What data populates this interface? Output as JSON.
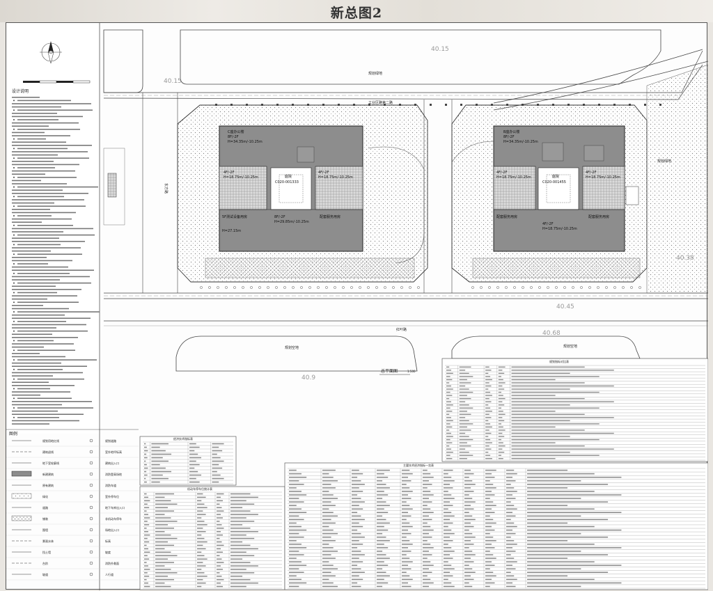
{
  "page": {
    "title": "新总图2"
  },
  "plan": {
    "road_top": "工业区路第二路",
    "road_left": "东方路",
    "road_bottom": "红叶路",
    "plan_label": "总平面图",
    "plan_scale": "1:500",
    "elevations": [
      "40.15",
      "40.15",
      "40.38",
      "40.45",
      "40.68",
      "40.9"
    ],
    "green_labels": [
      "规划绿地",
      "规划绿地"
    ],
    "open_labels": [
      "规划空地",
      "规划空地"
    ],
    "buildings": [
      {
        "main": {
          "name": "C座办公楼",
          "floors": "8F/-2F",
          "height": "H=34.35m/-10.25m"
        },
        "wing_left": {
          "floors": "4F/-2F",
          "height": "H=18.75m/-10.25m"
        },
        "wing_right": {
          "floors": "4F/-2F",
          "height": "H=18.75m/-10.25m"
        },
        "bottom_left": {
          "name": "5F测试设备用房",
          "height": "H=27.15m"
        },
        "bottom_mid": {
          "floors": "8F/-2F",
          "height": "H=29.85m/-10.25m"
        },
        "bottom_right": {
          "name": "配套服务用房"
        },
        "court_code": "C020-001333",
        "court_label": "庭院"
      },
      {
        "main": {
          "name": "B座办公楼",
          "floors": "8F/-2F",
          "height": "H=34.35m/-10.25m"
        },
        "wing_left": {
          "floors": "4F/-2F",
          "height": "H=18.75m/-10.25m"
        },
        "wing_right": {
          "floors": "4F/-2F",
          "height": "H=18.75m/-10.25m"
        },
        "bottom_left": {
          "name": "配套服务用房"
        },
        "bottom_mid": {
          "floors": "4F/-2F",
          "height": "H=18.75m/-10.25m"
        },
        "bottom_right": {
          "name": "配套服务用房"
        },
        "court_code": "C020-001455",
        "court_label": "庭院"
      }
    ]
  },
  "notes": {
    "heading": "设计说明"
  },
  "legend": {
    "heading": "图例",
    "items": [
      {
        "label": "规划用地红线",
        "label2": "规划道路"
      },
      {
        "label": "建筑退线",
        "label2": "室外地坪标高"
      },
      {
        "label": "地下室轮廓线",
        "label2": "建筑出入口"
      },
      {
        "label": "新建建筑",
        "label2": "消防登高场地"
      },
      {
        "label": "原有建筑",
        "label2": "消防车道"
      },
      {
        "label": "绿化",
        "label2": "室外停车位"
      },
      {
        "label": "道路",
        "label2": "地下车库出入口"
      },
      {
        "label": "铺装",
        "label2": "非机动车停车"
      },
      {
        "label": "围墙",
        "label2": "场地出入口"
      },
      {
        "label": "景观水体",
        "label2": "标高"
      },
      {
        "label": "挡土墙",
        "label2": "坡度"
      },
      {
        "label": "台阶",
        "label2": "消防扑救面"
      },
      {
        "label": "坡道",
        "label2": "人行道"
      }
    ]
  },
  "tables": {
    "t1_title": "经济技术指标表",
    "t2_title": "机动车停车位统计表",
    "t3_title": "主要技术经济指标一览表",
    "t4_title": "规划指标对比表"
  }
}
